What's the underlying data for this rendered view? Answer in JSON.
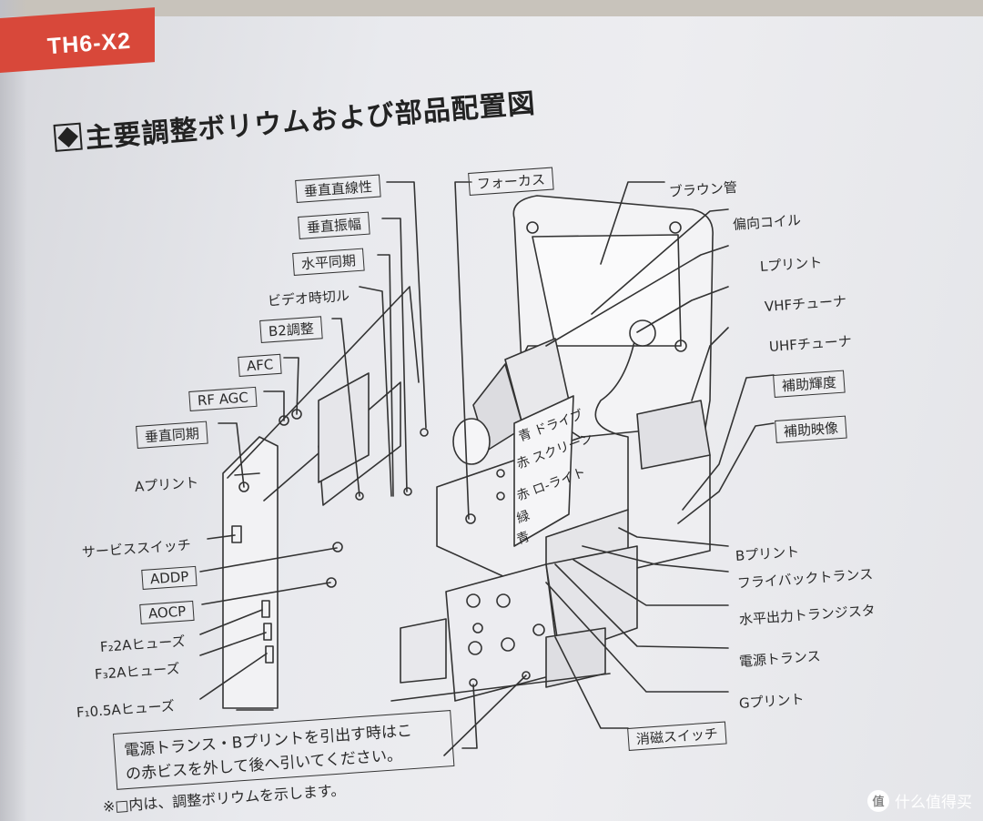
{
  "header": {
    "model_tab": "TH6-X2",
    "title": "主要調整ボリウムおよび部品配置図"
  },
  "left_labels": {
    "vertical_linearity": "垂直直線性",
    "vertical_amplitude": "垂直振幅",
    "horizontal_sync": "水平同期",
    "video_switch": "ビデオ時切ル",
    "b2_adjust": "B2調整",
    "afc": "AFC",
    "rf_agc": "RF AGC",
    "vertical_sync": "垂直同期",
    "a_print": "Aプリント",
    "service_switch": "サービススイッチ",
    "addp": "ADDP",
    "aocp": "AOCP",
    "fuse_f2": "F₂2Aヒューズ",
    "fuse_f3": "F₃2Aヒューズ",
    "fuse_f1": "F₁0.5Aヒューズ"
  },
  "right_labels": {
    "focus": "フォーカス",
    "crt": "ブラウン管",
    "deflection_coil": "偏向コイル",
    "l_print": "Lプリント",
    "vhf_tuner": "VHFチューナ",
    "uhf_tuner": "UHFチューナ",
    "aux_brightness": "補助輝度",
    "aux_picture": "補助映像",
    "b_print": "Bプリント",
    "flyback": "フライバックトランス",
    "h_output_transistor": "水平出力トランジスタ",
    "power_transformer": "電源トランス",
    "g_print": "Gプリント",
    "degauss_switch": "消磁スイッチ"
  },
  "board_text": {
    "line1": "青 ドライブ",
    "line2": "赤 スクリーン",
    "line3": "赤 ロ-ライト",
    "line4": "緑",
    "line5": "青"
  },
  "note": {
    "line1": "電源トランス・Bプリントを引出す時はこ",
    "line2": "の赤ビスを外して後へ引いてください。"
  },
  "footnote": "※□内は、調整ボリウムを示します。",
  "watermark": "什么值得买"
}
